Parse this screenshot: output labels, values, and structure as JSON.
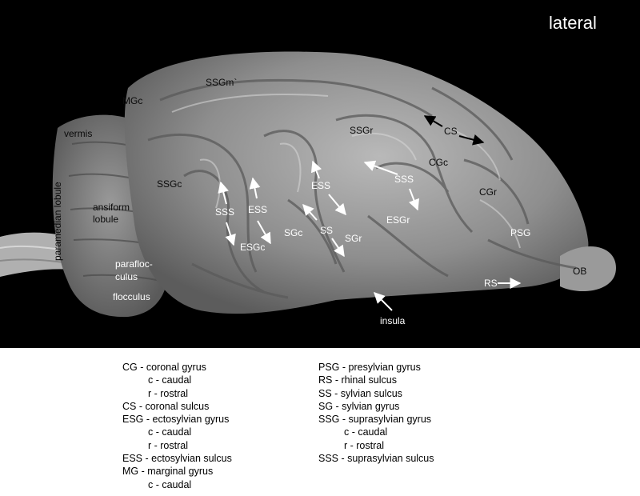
{
  "view_label": "lateral",
  "regions": {
    "ssgm": "SSGm`",
    "mgc": "MGc",
    "vermis": "vermis",
    "ssgr": "SSGr",
    "cs": "CS",
    "cgc": "CGc",
    "cgr": "CGr",
    "ssgc": "SSGc",
    "sss_top": "SSS",
    "ess_top": "ESS",
    "sss_left": "SSS",
    "ess_left": "ESS",
    "esgc": "ESGc",
    "sgc": "SGc",
    "ss": "SS",
    "sgr": "SGr",
    "esgr": "ESGr",
    "psg": "PSG",
    "rs": "RS",
    "ob": "OB",
    "paramedian_lobule": "paramedian lobule",
    "ansiform_1": "ansiform",
    "ansiform_2": "lobule",
    "paraflocculus_1": "parafloc-",
    "paraflocculus_2": "culus",
    "flocculus": "flocculus",
    "insula": "insula"
  },
  "legend_left": [
    {
      "text": "CG - coronal gyrus",
      "indent": 0
    },
    {
      "text": "c - caudal",
      "indent": 1
    },
    {
      "text": "r - rostral",
      "indent": 1
    },
    {
      "text": "CS - coronal sulcus",
      "indent": 0
    },
    {
      "text": "ESG - ectosylvian gyrus",
      "indent": 0
    },
    {
      "text": "c - caudal",
      "indent": 1
    },
    {
      "text": "r - rostral",
      "indent": 1
    },
    {
      "text": "ESS - ectosylvian sulcus",
      "indent": 0
    },
    {
      "text": "MG - marginal gyrus",
      "indent": 0
    },
    {
      "text": "c - caudal",
      "indent": 1
    }
  ],
  "legend_right": [
    {
      "text": "PSG - presylvian gyrus",
      "indent": 0
    },
    {
      "text": "RS - rhinal sulcus",
      "indent": 0
    },
    {
      "text": "SS - sylvian sulcus",
      "indent": 0
    },
    {
      "text": "SG - sylvian gyrus",
      "indent": 0
    },
    {
      "text": "SSG - suprasylvian gyrus",
      "indent": 0
    },
    {
      "text": "c - caudal",
      "indent": 1
    },
    {
      "text": "r - rostral",
      "indent": 1
    },
    {
      "text": "SSS - suprasylvian sulcus",
      "indent": 0
    }
  ]
}
